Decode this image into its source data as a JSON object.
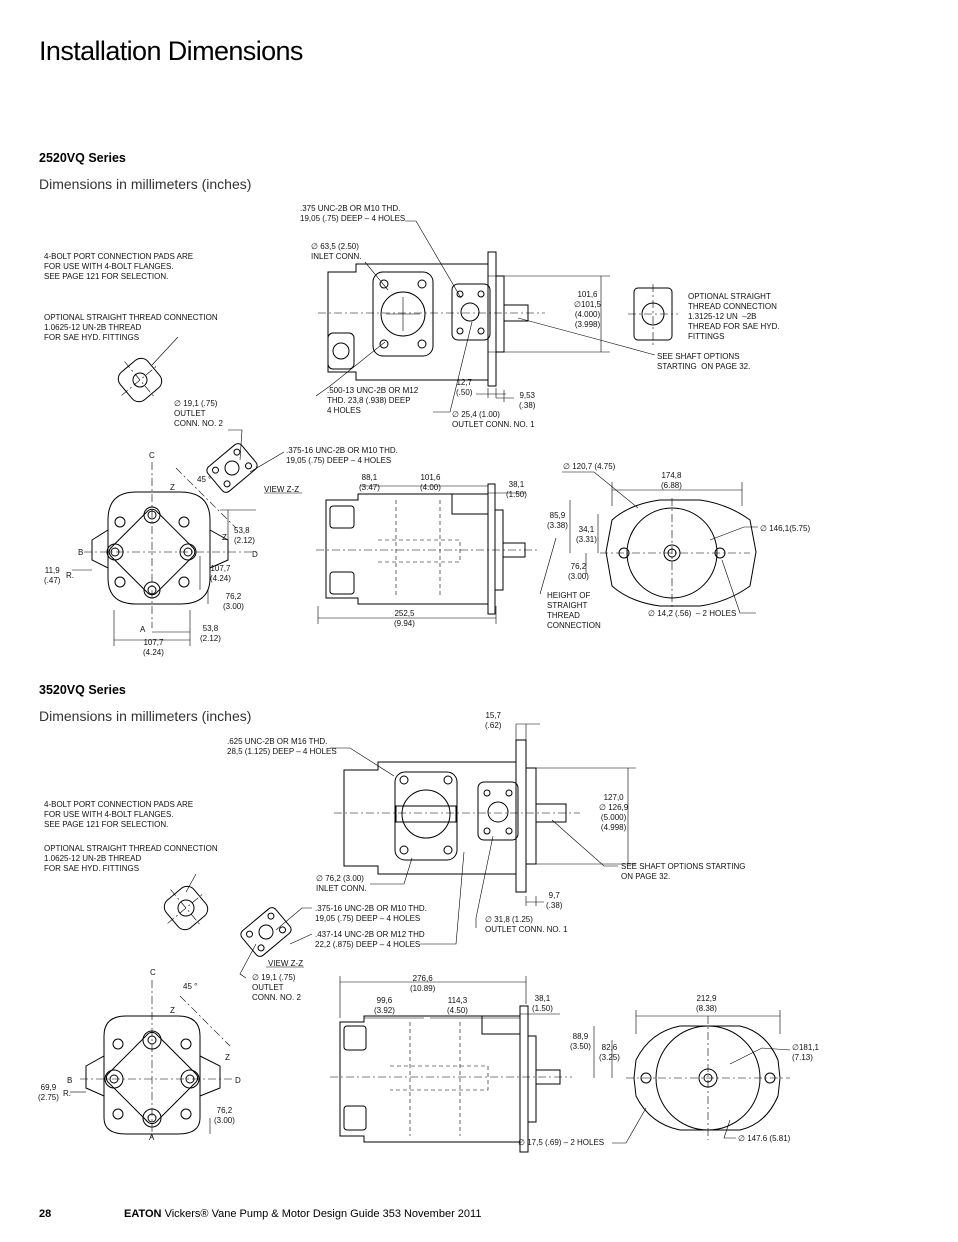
{
  "page_title": "Installation Dimensions",
  "section1": {
    "series": "2520VQ Series",
    "units": "Dimensions in millimeters (inches)",
    "labels": {
      "unc_375": ".375 UNC-2B OR M10 THD.\n19,05 (.75) DEEP – 4 HOLES",
      "pads": "4-BOLT PORT CONNECTION PADS ARE\nFOR USE WITH 4-BOLT FLANGES.\nSEE PAGE 121 FOR SELECTION.",
      "inlet": "∅ 63,5 (2.50)\nINLET CONN.",
      "dim_101_6": "101,6\n∅101,5\n(4.000)\n(3.998)",
      "opt_thread_right": "OPTIONAL STRAIGHT\nTHREAD CONNECTION\n1.3125-12 UN  –2B\nTHREAD FOR SAE HYD.\nFITTINGS",
      "opt_thread_left": "OPTIONAL STRAIGHT THREAD CONNECTION\n1.0625-12 UN-2B THREAD\nFOR SAE HYD. FITTINGS",
      "shaft": "SEE SHAFT OPTIONS\nSTARTING  ON PAGE 32.",
      "dim_12_7": "12,7\n(.50)",
      "unc_500": ".500-13 UNC-2B OR M12\nTHD. 23,8 (.938) DEEP\n4 HOLES",
      "dim_9_53": "9,53\n(.38)",
      "outlet1": "∅ 25,4 (1.00)\nOUTLET CONN. NO. 1",
      "outlet2": "∅ 19,1 (.75)\nOUTLET\nCONN. NO. 2",
      "unc_375b": ".375-16 UNC-2B OR M10 THD.\n19,05 (.75) DEEP – 4 HOLES",
      "c": "C",
      "z1": "Z",
      "a45": "45 °",
      "view": "VIEW Z-Z",
      "dim_88_1": "88,1\n(3.47)",
      "dim_101_6b": "101,6\n(4.00)",
      "dim_38_1": "38,1\n(1.50)",
      "dim_120_7": "∅ 120,7 (4.75)",
      "dim_174_8": "174,8\n(6.88)",
      "dim_53_8a": "53,8\n(2.12)",
      "z2": "Z",
      "b": "B",
      "d": "D",
      "dim_85_9": "85,9\n(3.38)",
      "dim_34_1": "34,1\n(3.31)",
      "dim_146_1": "∅ 146,1(5.75)",
      "dim_11_9": "11,9\n(.47)",
      "r": "R.",
      "dim_107_7a": "107,7\n(4.24)",
      "dim_76_2a": "76,2\n(3.00)",
      "dim_76_2b": "76,2\n(3.00)",
      "height": "HEIGHT OF\nSTRAIGHT\nTHREAD\nCONNECTION",
      "dim_252_5": "252,5\n(9.94)",
      "dim_14_2": "∅ 14,2 (.56)  – 2 HOLES",
      "a": "A",
      "dim_53_8b": "53,8\n(2.12)",
      "dim_107_7b": "107,7\n(4.24)"
    }
  },
  "section2": {
    "series": "3520VQ Series",
    "units": "Dimensions in millimeters (inches)",
    "labels": {
      "dim_15_7": "15,7\n(.62)",
      "unc_625": ".625 UNC-2B OR M16 THD.\n28,5 (1.125) DEEP – 4 HOLES",
      "dim_127": "127,0\n∅ 126,9\n(5.000)\n(4.998)",
      "pads": "4-BOLT PORT CONNECTION PADS ARE\nFOR USE WITH 4-BOLT FLANGES.\nSEE PAGE 121 FOR SELECTION.",
      "opt_thread": "OPTIONAL STRAIGHT THREAD CONNECTION\n1.0625-12 UN-2B THREAD\nFOR SAE HYD. FITTINGS",
      "shaft": "SEE SHAFT OPTIONS STARTING\nON PAGE 32.",
      "inlet": "∅ 76,2 (3.00)\nINLET CONN.",
      "dim_9_7": "9,7\n(.38)",
      "unc_375": ".375-16 UNC-2B OR M10 THD.\n19,05 (.75) DEEP – 4 HOLES",
      "unc_437": ".437-14 UNC-2B OR M12 THD\n22,2 (.875) DEEP – 4 HOLES",
      "outlet1": "∅ 31,8 (1.25)\nOUTLET CONN. NO. 1",
      "view": "VIEW Z-Z",
      "outlet2": "∅ 19,1 (.75)\nOUTLET\nCONN. NO. 2",
      "c": "C",
      "dim_276_6": "276,6\n(10.89)",
      "a45": "45 °",
      "dim_99_6": "99,6\n(3.92)",
      "dim_114_3": "114,3\n(4.50)",
      "dim_38_1": "38,1\n(1.50)",
      "dim_212_9": "212,9\n(8.38)",
      "z1": "Z",
      "z2": "Z",
      "dim_88_9": "88,9\n(3.50)",
      "dim_82_6": "82,6\n(3.25)",
      "dim_181_1": "∅181,1\n(7.13)",
      "dim_69_9": "69,9\n(2.75)",
      "b": "B",
      "r": "R.",
      "d": "D",
      "dim_76_2": "76,2\n(3.00)",
      "a": "A",
      "dim_17_5": "∅ 17,5 (.69) – 2 HOLES",
      "dim_147_6": "∅ 147.6 (5.81)"
    }
  },
  "footer": {
    "page_number": "28",
    "brand": "EATON",
    "guide": "Vickers® Vane Pump & Motor Design Guide  353  November 2011"
  }
}
